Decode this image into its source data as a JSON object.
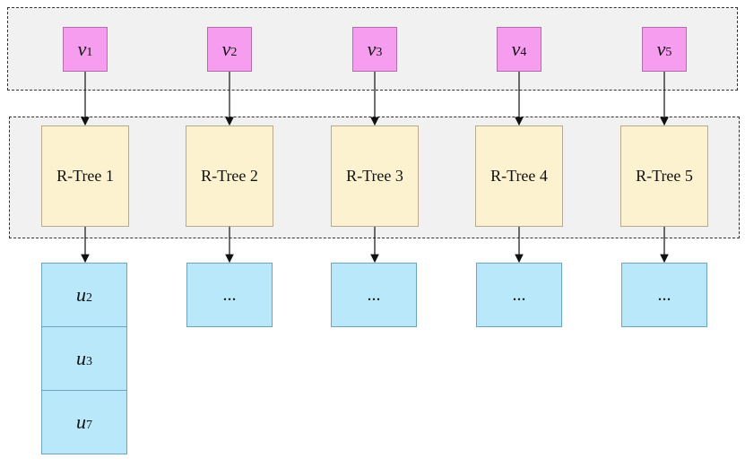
{
  "variables": [
    {
      "base": "v",
      "sub": "1"
    },
    {
      "base": "v",
      "sub": "2"
    },
    {
      "base": "v",
      "sub": "3"
    },
    {
      "base": "v",
      "sub": "4"
    },
    {
      "base": "v",
      "sub": "5"
    }
  ],
  "rtrees": [
    "R-Tree 1",
    "R-Tree 2",
    "R-Tree 3",
    "R-Tree 4",
    "R-Tree 5"
  ],
  "first_list": [
    {
      "base": "u",
      "sub": "2"
    },
    {
      "base": "u",
      "sub": "3"
    },
    {
      "base": "u",
      "sub": "7"
    }
  ],
  "ellipsis": [
    "...",
    "...",
    "...",
    "..."
  ],
  "colors": {
    "variable_fill": "#f79df0",
    "rtree_fill": "#fdf2cf",
    "list_fill": "#b9e8fa",
    "group_fill": "#f1f1f1"
  }
}
